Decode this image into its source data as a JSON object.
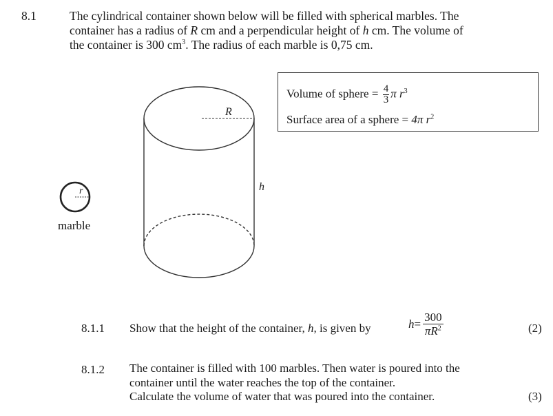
{
  "question": {
    "number": "8.1",
    "intro_lines": [
      "The cylindrical container shown below will be filled with spherical marbles. The",
      "container has a radius of",
      "the container is"
    ],
    "intro": {
      "line1": "The cylindrical container shown below will be filled with spherical marbles. The",
      "line2_a": "container has a radius of ",
      "line2_R": "R",
      "line2_b": " cm  and a perpendicular height of ",
      "line2_h": "h",
      "line2_c": " cm.  The volume of",
      "line3_a": "the container is  300 cm",
      "line3_sup": "3",
      "line3_b": ".  The radius of each marble is  0,75 cm."
    }
  },
  "formula_box": {
    "volume_label": "Volume of sphere = ",
    "volume_num": "4",
    "volume_den": "3",
    "volume_tail": "π r",
    "volume_exp": "3",
    "surface_label": "Surface area of a sphere = ",
    "surface_expr": "4π r",
    "surface_exp": "2"
  },
  "diagram": {
    "cylinder_radius_label": "R",
    "cylinder_height_label": "h",
    "marble_radius_label": "r",
    "marble_label": "marble"
  },
  "subquestions": [
    {
      "number": "8.1.1",
      "text_a": "Show that the height of the container, ",
      "text_h": "h",
      "text_b": ",  is given by",
      "formula_lhs": "h",
      "formula_eq": "=",
      "formula_num": "300",
      "formula_den": "πR",
      "formula_den_exp": "2",
      "marks": "(2)"
    },
    {
      "number": "8.1.2",
      "line1": "The container is filled with  100  marbles. Then water is poured into the",
      "line2": "container until the water reaches the top of the container.",
      "line3": "Calculate the volume of water that was poured into the container.",
      "marks": "(3)"
    }
  ]
}
